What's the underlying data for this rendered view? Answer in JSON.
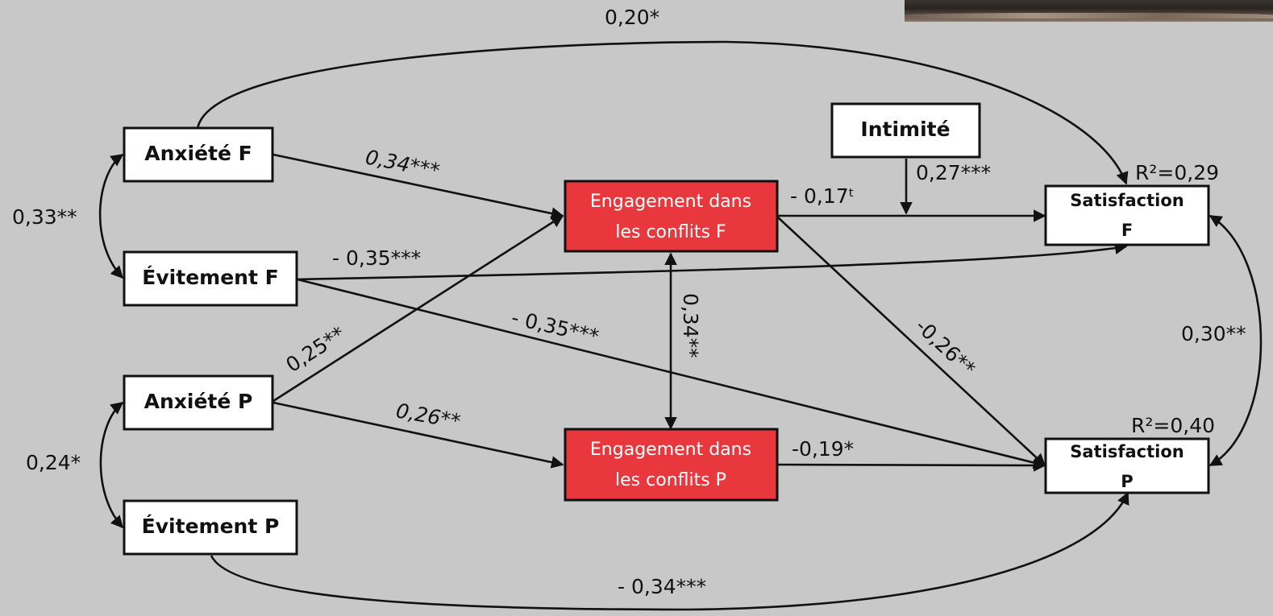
{
  "nodes": {
    "anxiete_f": "Anxiété F",
    "evitement_f": "Évitement F",
    "anxiete_p": "Anxiété P",
    "evitement_p": "Évitement P",
    "engagement_f": [
      "Engagement dans",
      "les conflits F"
    ],
    "engagement_p": [
      "Engagement dans",
      "les conflits P"
    ],
    "intimite": "Intimité",
    "satisfaction_f": [
      "Satisfaction",
      "F"
    ],
    "satisfaction_p": [
      "Satisfaction",
      "P"
    ]
  },
  "r2": {
    "satisfaction_f": "R²=0,29",
    "satisfaction_p": "R²=0,40"
  },
  "coefficients": {
    "top_curve": "0,20*",
    "anx_f_eng_f": "0,34***",
    "cov_anx_f_evit_f": "0,33**",
    "evit_f_sat_f": "- 0,35***",
    "evit_f_sat_p": "- 0,35***",
    "anx_p_eng_f": "0,25**",
    "anx_p_eng_p": "0,26**",
    "cov_anx_p_evit_p": "0,24*",
    "intimite_moderation": "0,27***",
    "eng_f_sat_f": "- 0,17ᵗ",
    "eng_f_eng_p": "0,34**",
    "eng_f_sat_p": "-0,26**",
    "eng_p_sat_p": "-0,19*",
    "cov_sat_f_sat_p": "0,30**",
    "bottom_curve": "- 0,34***"
  },
  "colors": {
    "background": "#c8c8c8",
    "engagement_fill": "#e8383e",
    "box_fill": "#ffffff",
    "stroke": "#111111"
  }
}
